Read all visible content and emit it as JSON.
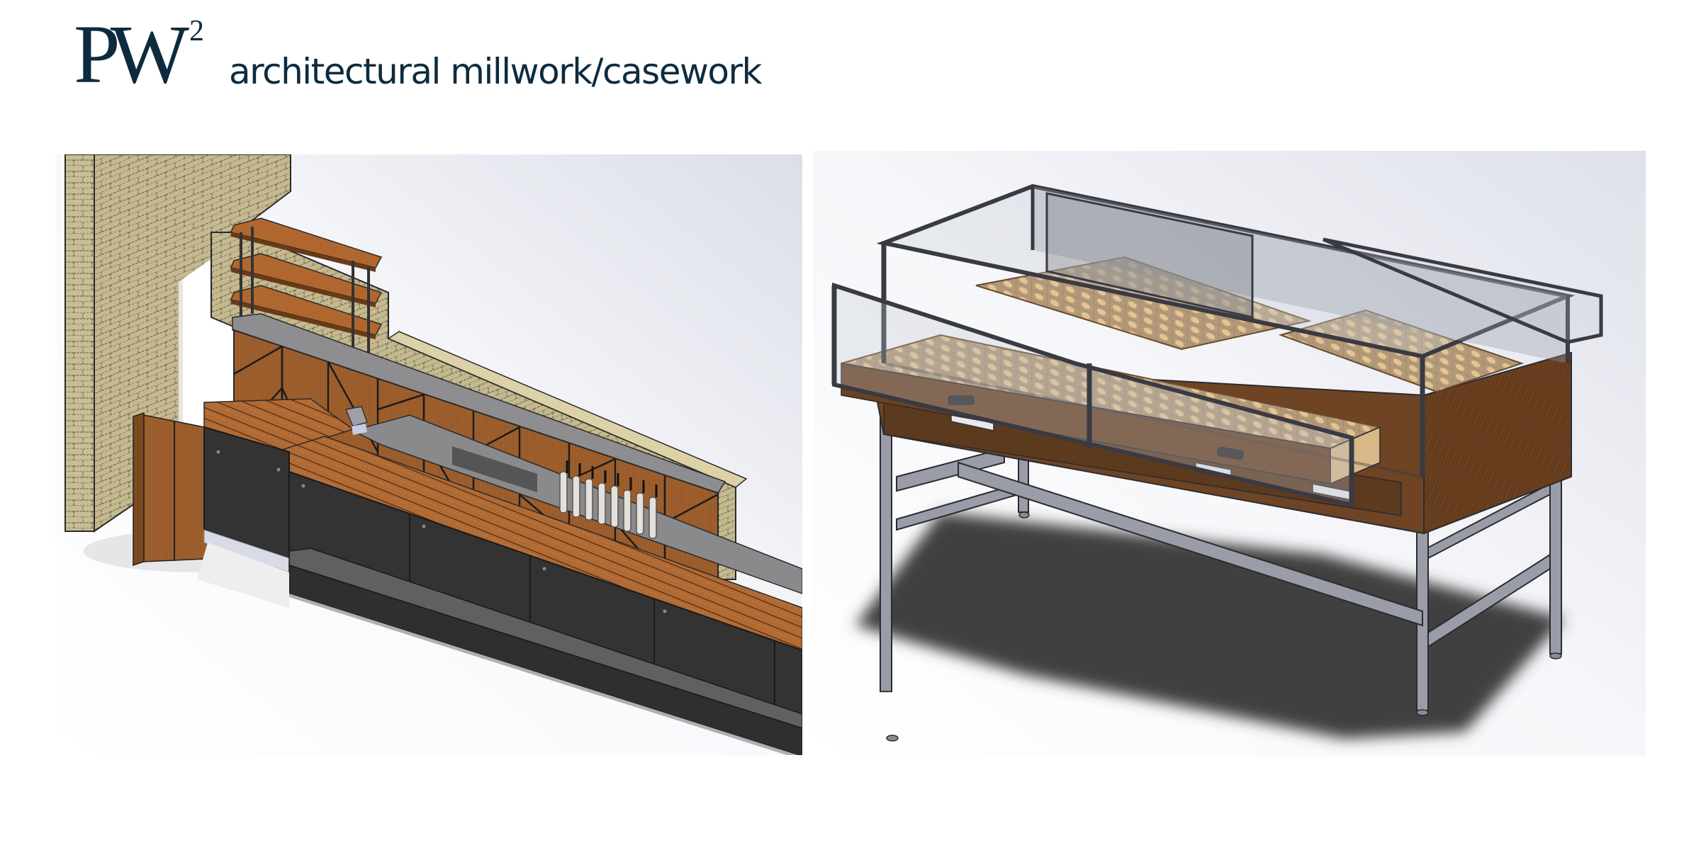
{
  "header": {
    "logo": {
      "main": "PW",
      "superscript": "2"
    },
    "tagline": "architectural millwork/casework"
  },
  "panels": [
    {
      "name": "bar-render",
      "subject": "bar counter with brick wall, shelving, back-bar cabinets and beer taps"
    },
    {
      "name": "display-case-render",
      "subject": "glass display case with open drawers on metal frame"
    }
  ],
  "colors": {
    "brand": "#0d2b3e",
    "wood": "#a0602e",
    "brick": "#c7bc93",
    "metal": "#9a9ca8",
    "panel_dark": "#333333",
    "shadow": "#404040",
    "background_gradient_end": "#dfe1ea"
  }
}
